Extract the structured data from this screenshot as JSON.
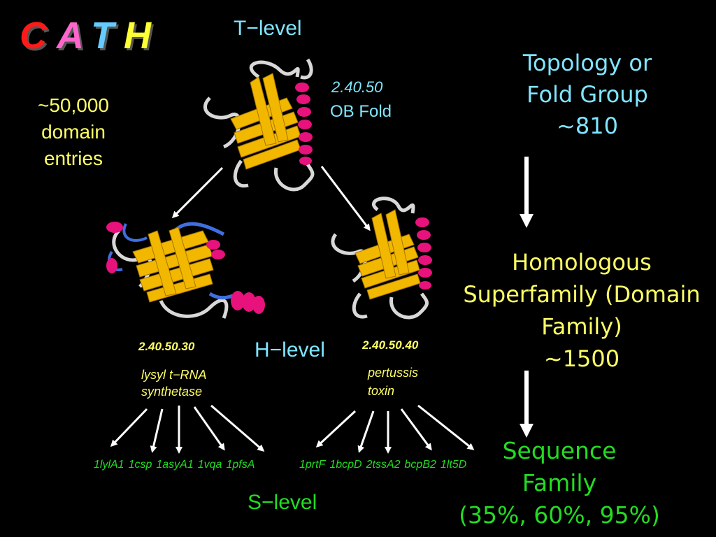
{
  "title": {
    "letters": [
      {
        "char": "C",
        "color": "#ff1a1a"
      },
      {
        "char": "A",
        "color": "#ff66cc"
      },
      {
        "char": "T",
        "color": "#66ccff"
      },
      {
        "char": "H",
        "color": "#ffff33"
      }
    ]
  },
  "left_text": {
    "lines": [
      "~50,000",
      "domain",
      "entries"
    ]
  },
  "levels": {
    "t": {
      "label": "T−level",
      "code": "2.40.50",
      "fold": "OB Fold"
    },
    "h": {
      "label": "H−level",
      "left": {
        "code": "2.40.50.30",
        "name_lines": [
          "lysyl t−RNA",
          "synthetase"
        ]
      },
      "right": {
        "code": "2.40.50.40",
        "name_lines": [
          "pertussis",
          "toxin"
        ]
      }
    },
    "s": {
      "label": "S−level",
      "left_items": [
        "1lylA1",
        "1csp",
        "1asyA1",
        "1vqa",
        "1pfsA"
      ],
      "right_items": [
        "1prtF",
        "1bcpD",
        "2tssA2",
        "bcpB2",
        "1lt5D"
      ]
    }
  },
  "right_column": {
    "topology_lines": [
      "Topology or",
      "Fold Group",
      "~810"
    ],
    "superfamily_lines": [
      "Homologous",
      "Superfamily (Domain",
      "Family)",
      "~1500"
    ],
    "sequence_lines": [
      "Sequence",
      "Family",
      "(35%, 60%, 95%)"
    ]
  },
  "colors": {
    "background": "#000000",
    "cyan_text": "#7fe6ff",
    "yellow_text": "#ffff66",
    "green_text": "#22dd22",
    "strand": "#f2b800",
    "helix": "#e8127c",
    "coil": "#d8d8d8",
    "blue_coil": "#3f6fe0"
  }
}
